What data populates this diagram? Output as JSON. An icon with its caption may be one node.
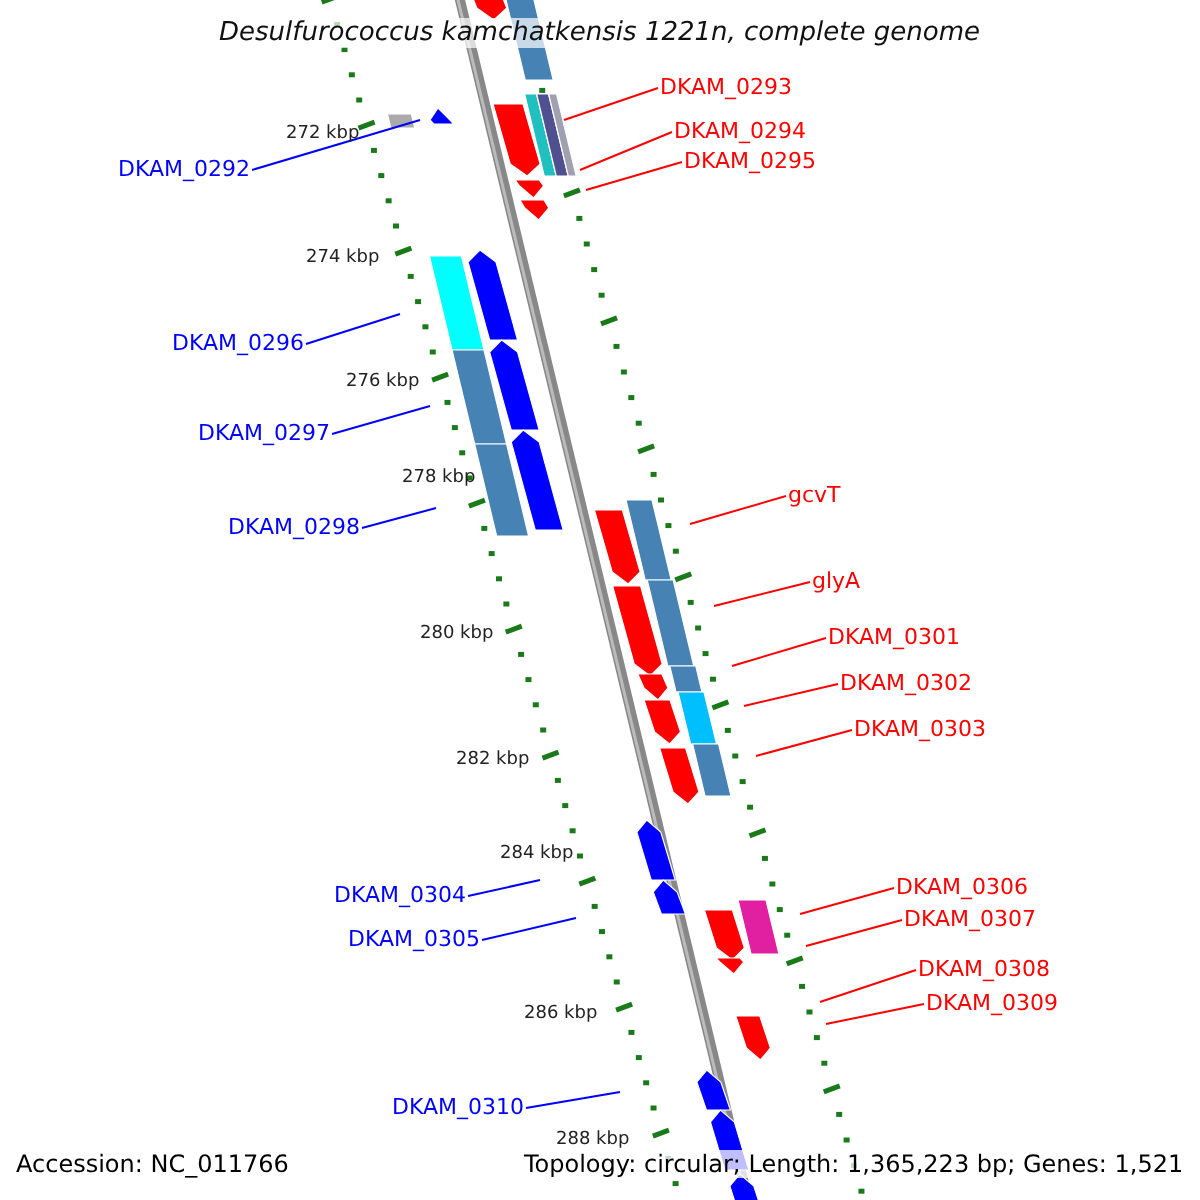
{
  "diagram": {
    "title": "Desulfurococcus kamchatkensis 1221n, complete genome",
    "nodes": [
      {
        "text": [
          "DKAM_0293"
        ]
      },
      {
        "text": [
          "DKAM_0294"
        ]
      },
      {
        "text": [
          "DKAM_0295"
        ]
      },
      {
        "text": [
          "DKAM_0292"
        ]
      },
      {
        "text": [
          "DKAM_0296"
        ]
      },
      {
        "text": [
          "DKAM_0297"
        ]
      },
      {
        "text": [
          "DKAM_0298"
        ]
      },
      {
        "text": [
          "gcvT"
        ]
      },
      {
        "text": [
          "glyA"
        ]
      },
      {
        "text": [
          "DKAM_0301"
        ]
      },
      {
        "text": [
          "DKAM_0302"
        ]
      },
      {
        "text": [
          "DKAM_0303"
        ]
      },
      {
        "text": [
          "DKAM_0304"
        ]
      },
      {
        "text": [
          "DKAM_0305"
        ]
      },
      {
        "text": [
          "DKAM_0306"
        ]
      },
      {
        "text": [
          "DKAM_0307"
        ]
      },
      {
        "text": [
          "DKAM_0308"
        ]
      },
      {
        "text": [
          "DKAM_0309"
        ]
      },
      {
        "text": [
          "DKAM_0310"
        ]
      }
    ],
    "edges": [
      {
        "from": 0,
        "to": null,
        "arrow": "none"
      },
      {
        "from": 1,
        "to": null,
        "arrow": "none"
      },
      {
        "from": 2,
        "to": null,
        "arrow": "none"
      },
      {
        "from": 3,
        "to": null,
        "arrow": "none",
        "color": "#0000ff"
      },
      {
        "from": 4,
        "to": null,
        "arrow": "none",
        "color": "#0000ff"
      },
      {
        "from": 5,
        "to": null,
        "arrow": "none",
        "color": "#0000ff"
      },
      {
        "from": 6,
        "to": null,
        "arrow": "none",
        "color": "#0000ff"
      },
      {
        "from": 7,
        "to": null,
        "arrow": "none"
      },
      {
        "from": 8,
        "to": null,
        "arrow": "none"
      },
      {
        "from": 9,
        "to": null,
        "arrow": "none"
      },
      {
        "from": 10,
        "to": null,
        "arrow": "none"
      },
      {
        "from": 11,
        "to": null,
        "arrow": "none"
      },
      {
        "from": 12,
        "to": null,
        "arrow": "none",
        "color": "#0000ff"
      },
      {
        "from": 13,
        "to": null,
        "arrow": "none",
        "color": "#0000ff"
      },
      {
        "from": 14,
        "to": null,
        "arrow": "none"
      },
      {
        "from": 15,
        "to": null,
        "arrow": "none"
      },
      {
        "from": 16,
        "to": null,
        "arrow": "none"
      },
      {
        "from": 17,
        "to": null,
        "arrow": "none"
      },
      {
        "from": 18,
        "to": null,
        "arrow": "none",
        "color": "#0000ff"
      }
    ],
    "labels": [
      "272 kbp",
      "274 kbp",
      "276 kbp",
      "278 kbp",
      "280 kbp",
      "282 kbp",
      "284 kbp",
      "286 kbp",
      "288 kbp",
      "Accession: NC_011766",
      "Topology: circular; Length: 1,365,223 bp; Genes: 1,521"
    ]
  }
}
